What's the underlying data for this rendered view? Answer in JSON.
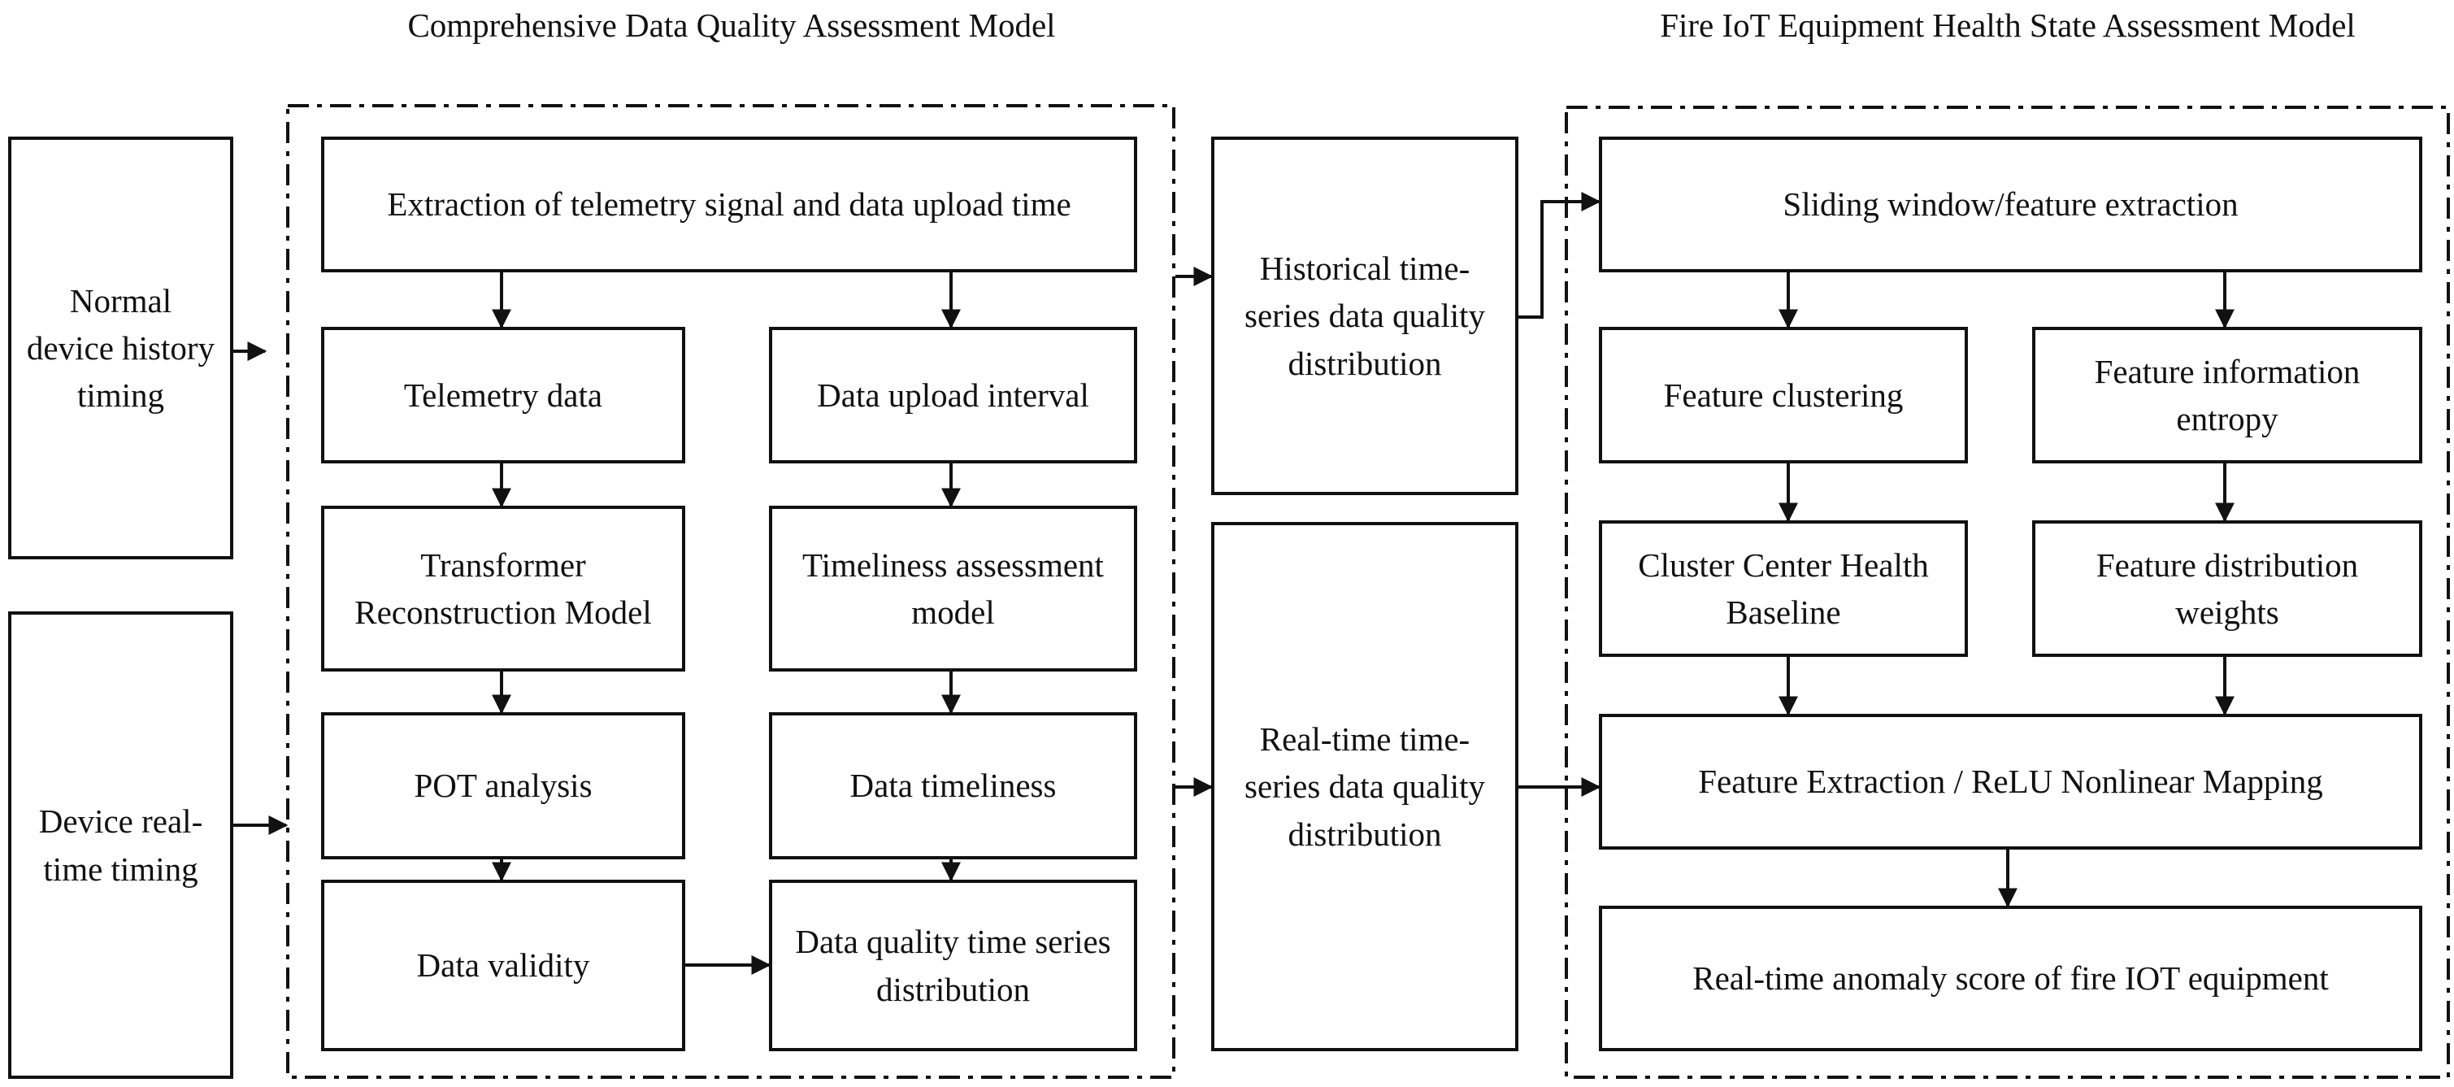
{
  "colors": {
    "stroke": "#111111",
    "background": "#ffffff"
  },
  "titles": {
    "left_model": "Comprehensive Data Quality Assessment Model",
    "right_model": "Fire IoT Equipment Health State Assessment Model"
  },
  "inputs": {
    "normal_history": "Normal device history timing",
    "realtime": "Device real-time timing"
  },
  "quality_model": {
    "extraction": "Extraction of telemetry signal and data upload time",
    "telemetry": "Telemetry data",
    "upload_interval": "Data upload interval",
    "transformer": "Transformer Reconstruction Model",
    "timeliness_model": "Timeliness assessment model",
    "pot": "POT analysis",
    "timeliness": "Data timeliness",
    "validity": "Data validity",
    "quality_dist": "Data quality time series distribution"
  },
  "distributions": {
    "historical": "Historical time-series data quality distribution",
    "realtime": "Real-time time-series data quality distribution"
  },
  "health_model": {
    "sliding": "Sliding window/feature extraction",
    "clustering": "Feature clustering",
    "entropy": "Feature information entropy",
    "baseline": "Cluster Center Health Baseline",
    "weights": "Feature distribution weights",
    "mapping": "Feature Extraction / ReLU Nonlinear Mapping",
    "anomaly": "Real-time anomaly score of fire IOT equipment"
  }
}
